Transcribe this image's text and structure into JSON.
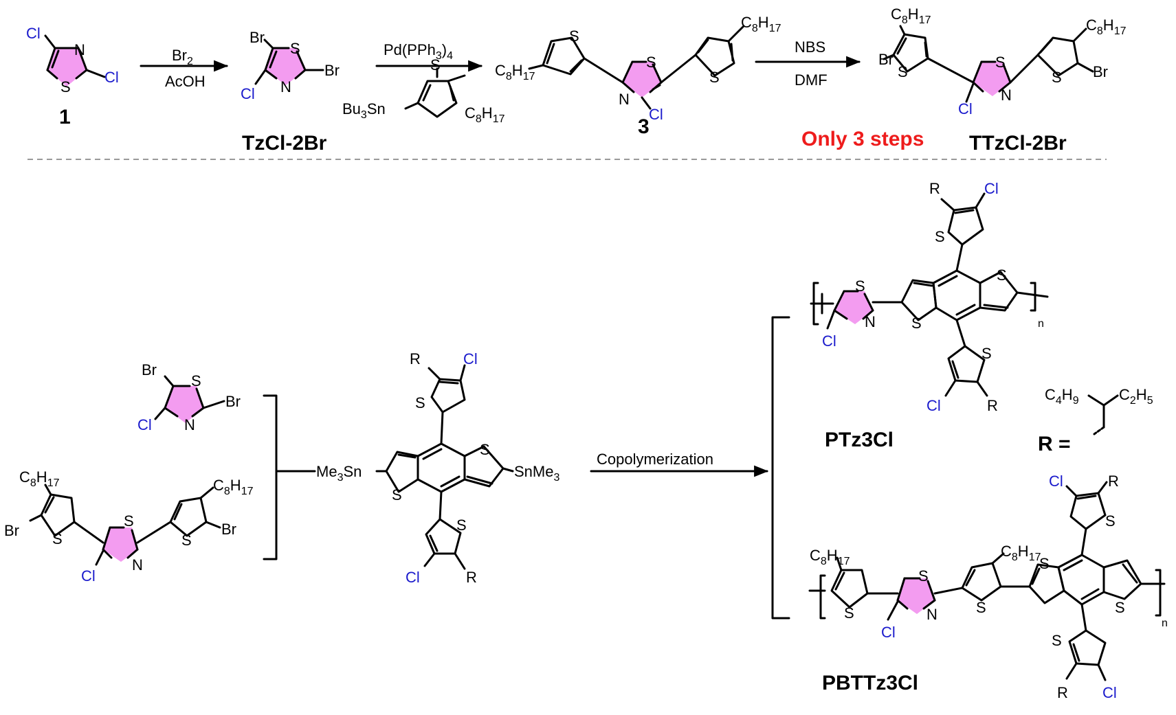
{
  "top": {
    "compound1": "1",
    "step1_reagent_a": "Br",
    "step1_reagent_a_sub": "2",
    "step1_reagent_b": "AcOH",
    "tzcl_name": "TzCl-2Br",
    "step2_reagent": "Pd(PPh",
    "step2_reagent_sub": "3",
    "step2_reagent_close": ")",
    "step2_reagent_sub2": "4",
    "stannane_prefix": "Bu",
    "stannane_sub": "3",
    "stannane_suffix": "Sn",
    "compound3": "3",
    "step3_reagent_a": "NBS",
    "step3_reagent_b": "DMF",
    "highlight": "Only 3 steps",
    "ttzcl_name": "TTzCl-2Br"
  },
  "bottom": {
    "me3sn_left": "Me",
    "me3sn_left_sub": "3",
    "me3sn_left_sn": "Sn",
    "snme3_right": "SnMe",
    "snme3_right_sub": "3",
    "copolymerization": "Copolymerization",
    "ptz3cl": "PTz3Cl",
    "pbttz3cl": "PBTTz3Cl",
    "r_def": "R =",
    "n": "n"
  },
  "atoms": {
    "S": "S",
    "N": "N",
    "Cl": "Cl",
    "Br": "Br",
    "R": "R",
    "C": "C",
    "H": "H",
    "C8": "8",
    "H17": "17",
    "C4": "4",
    "H9": "9",
    "C2": "2",
    "H5": "5"
  },
  "colors": {
    "thiazole_fill": "#f39cf0",
    "chlorine": "#1a1acc",
    "highlight": "#ee1c1c"
  }
}
